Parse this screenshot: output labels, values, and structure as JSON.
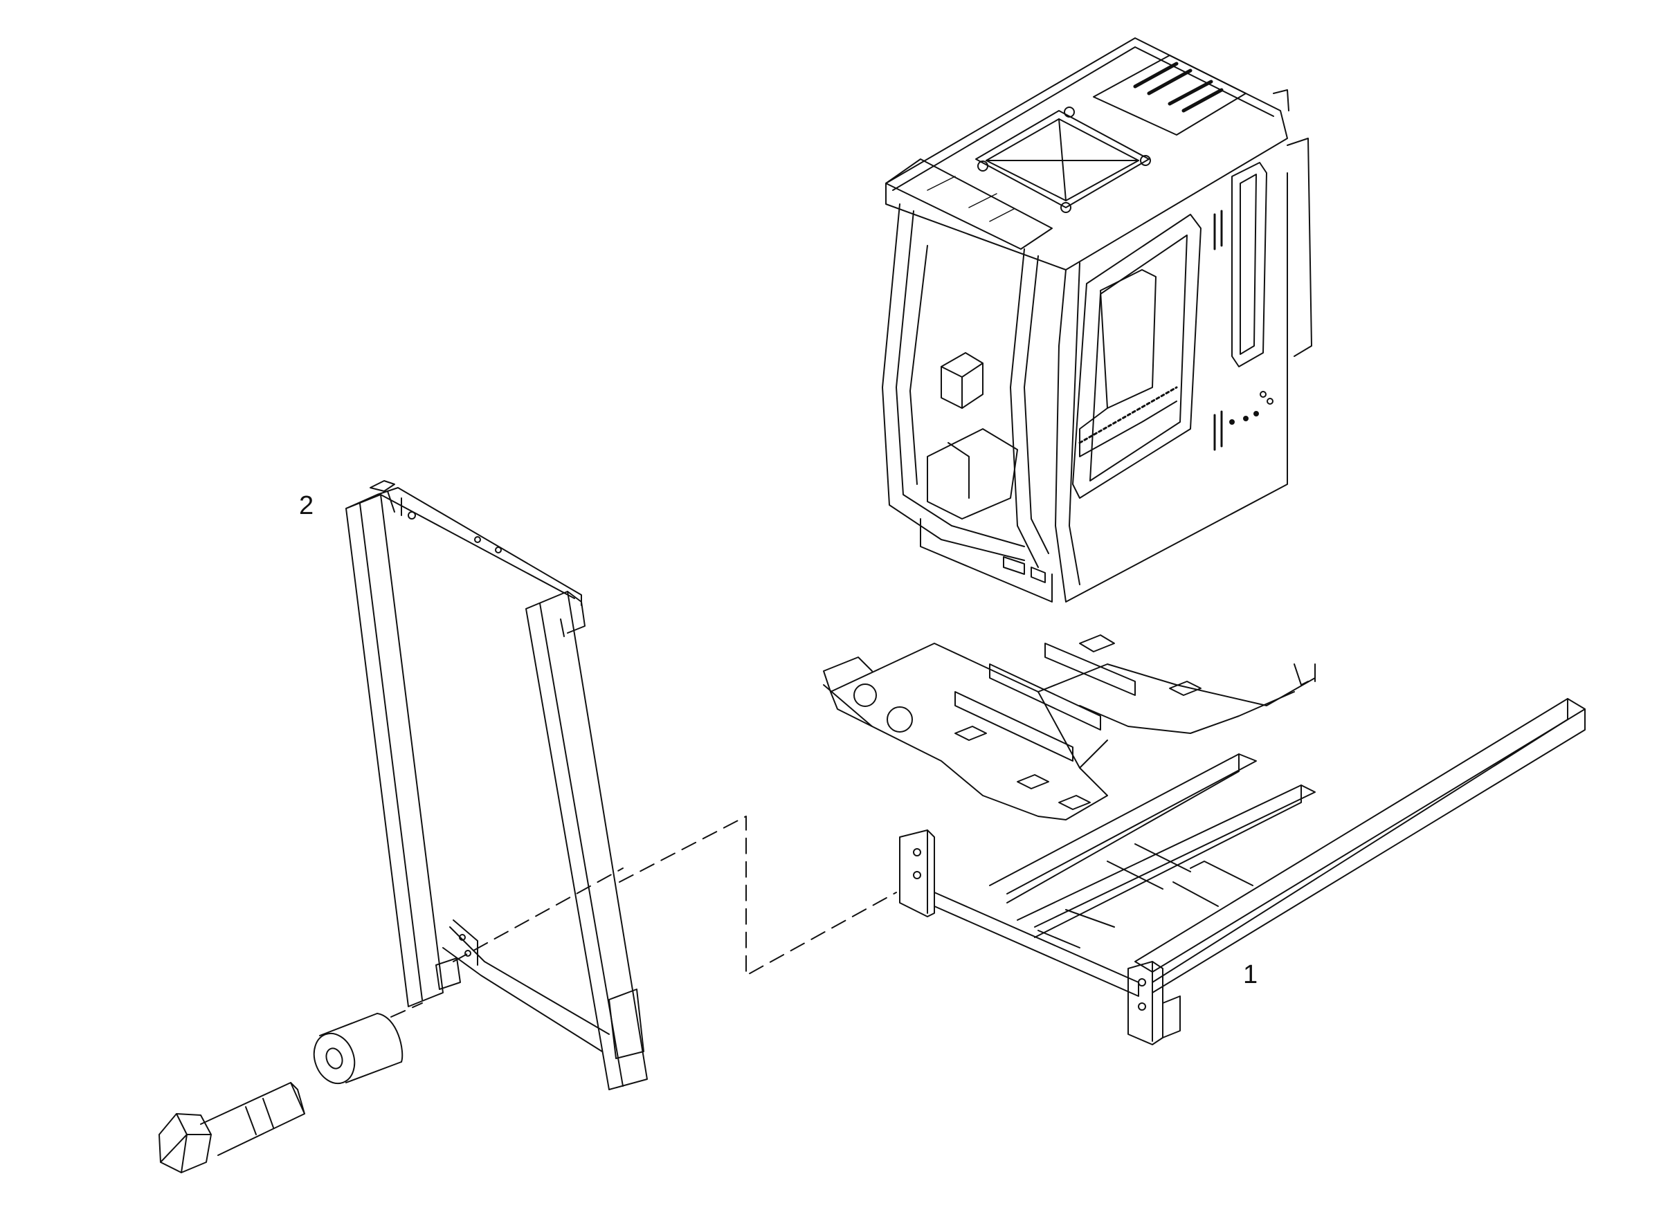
{
  "callouts": [
    {
      "id": "1",
      "text": "1"
    },
    {
      "id": "2",
      "text": "2"
    }
  ],
  "colors": {
    "line": "#111111",
    "background": "#ffffff"
  }
}
